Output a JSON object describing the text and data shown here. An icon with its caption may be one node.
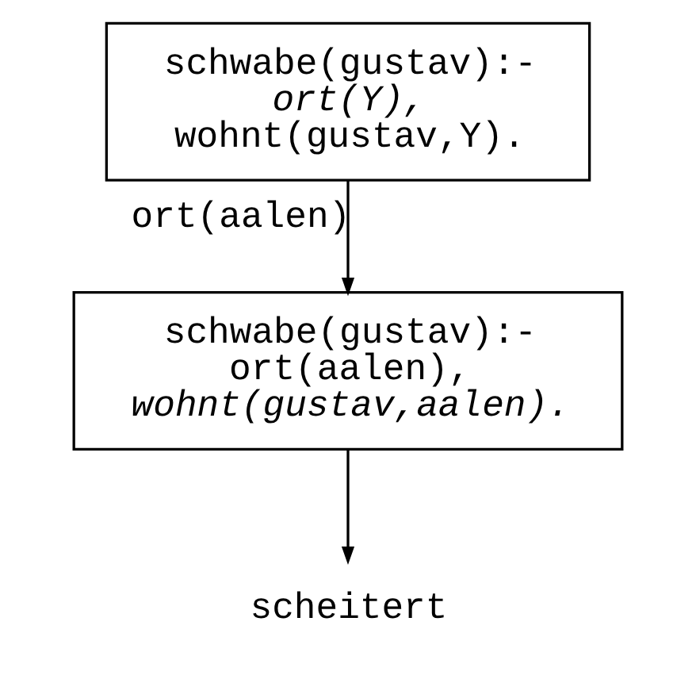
{
  "diagram": {
    "nodes": [
      {
        "text": [
          "schwabe(gustav):-",
          "ort(Y),",
          "wohnt(gustav,Y)."
        ]
      },
      {
        "text": [
          "schwabe(gustav):-",
          "ort(aalen),",
          "wohnt(gustav,aalen)."
        ]
      },
      {
        "text": [
          "scheitert"
        ]
      }
    ],
    "edges": [
      {
        "from": 0,
        "to": 1,
        "arrow": "to",
        "label": "ort(aalen)"
      },
      {
        "from": 1,
        "to": 2,
        "arrow": "to"
      }
    ]
  }
}
